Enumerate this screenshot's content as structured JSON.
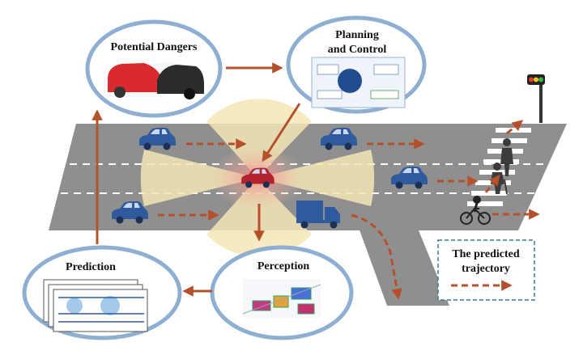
{
  "nodes": {
    "dangers": {
      "label": "Potential Dangers"
    },
    "planning": {
      "label_line1": "Planning",
      "label_line2": "and Control"
    },
    "prediction": {
      "label": "Prediction"
    },
    "perception": {
      "label": "Perception"
    }
  },
  "legend": {
    "line1": "The predicted",
    "line2": "trajectory"
  },
  "colors": {
    "road": "#8f8f8f",
    "arrow": "#b5502c",
    "vehicle_blue": "#2f5a9e",
    "ego_car": "#b3232e",
    "sensor_cone": "#f3e6b5",
    "ellipse_ring": "#8eafd1",
    "legend_border": "#3d7a8f"
  },
  "icons": [
    "car-icon",
    "truck-icon",
    "pedestrian-icon",
    "cyclist-icon",
    "traffic-light-icon"
  ]
}
